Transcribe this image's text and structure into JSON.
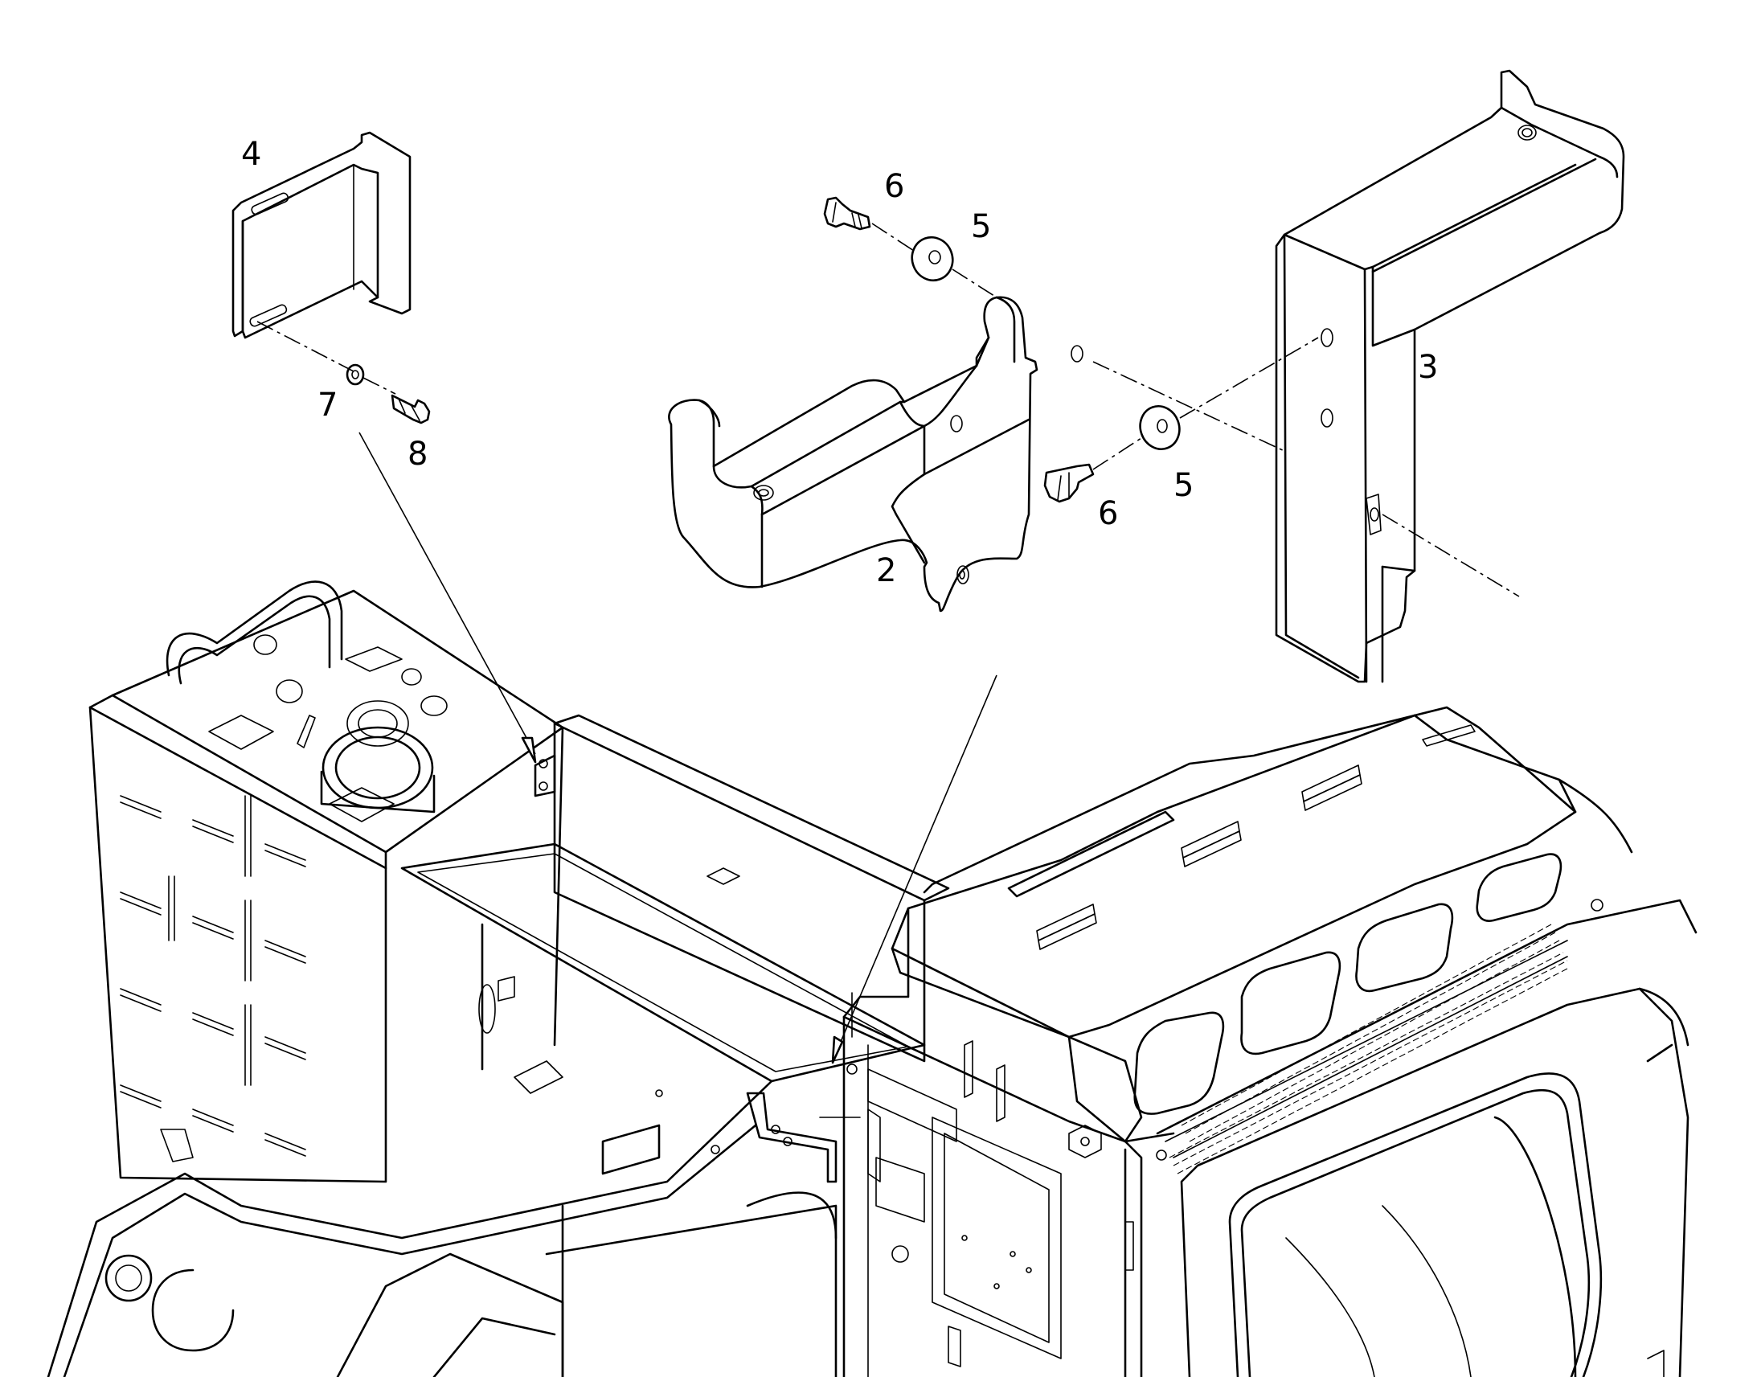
{
  "diagram": {
    "callouts": {
      "c2": "2",
      "c3": "3",
      "c4": "4",
      "c5_upper": "5",
      "c5_lower": "5",
      "c6_upper": "6",
      "c6_lower": "6",
      "c7": "7",
      "c8": "8"
    },
    "parts": [
      {
        "callout": "2",
        "kind": "bracket"
      },
      {
        "callout": "3",
        "kind": "bracket"
      },
      {
        "callout": "4",
        "kind": "bracket"
      },
      {
        "callout": "5",
        "kind": "washer"
      },
      {
        "callout": "6",
        "kind": "bolt"
      },
      {
        "callout": "7",
        "kind": "washer"
      },
      {
        "callout": "8",
        "kind": "bolt"
      }
    ]
  }
}
